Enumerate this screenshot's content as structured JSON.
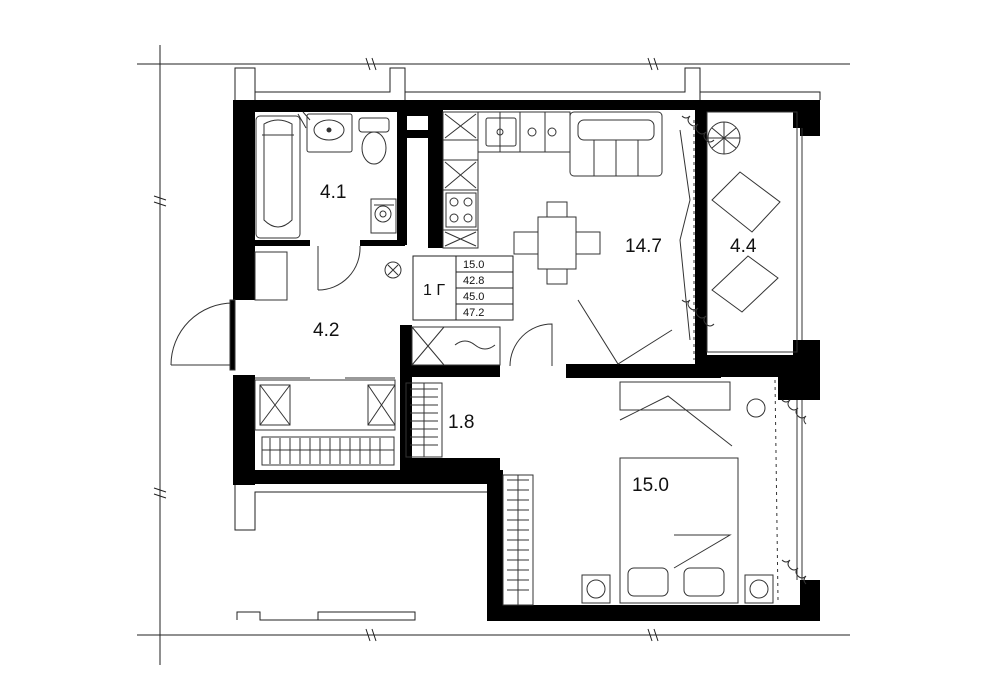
{
  "plan": {
    "apartment_type": "1 Г",
    "areas": [
      "15.0",
      "42.8",
      "45.0",
      "47.2"
    ],
    "rooms": {
      "bathroom": "4.1",
      "kitchen_living": "14.7",
      "balcony": "4.4",
      "hall": "4.2",
      "storage": "1.8",
      "bedroom": "15.0"
    }
  }
}
